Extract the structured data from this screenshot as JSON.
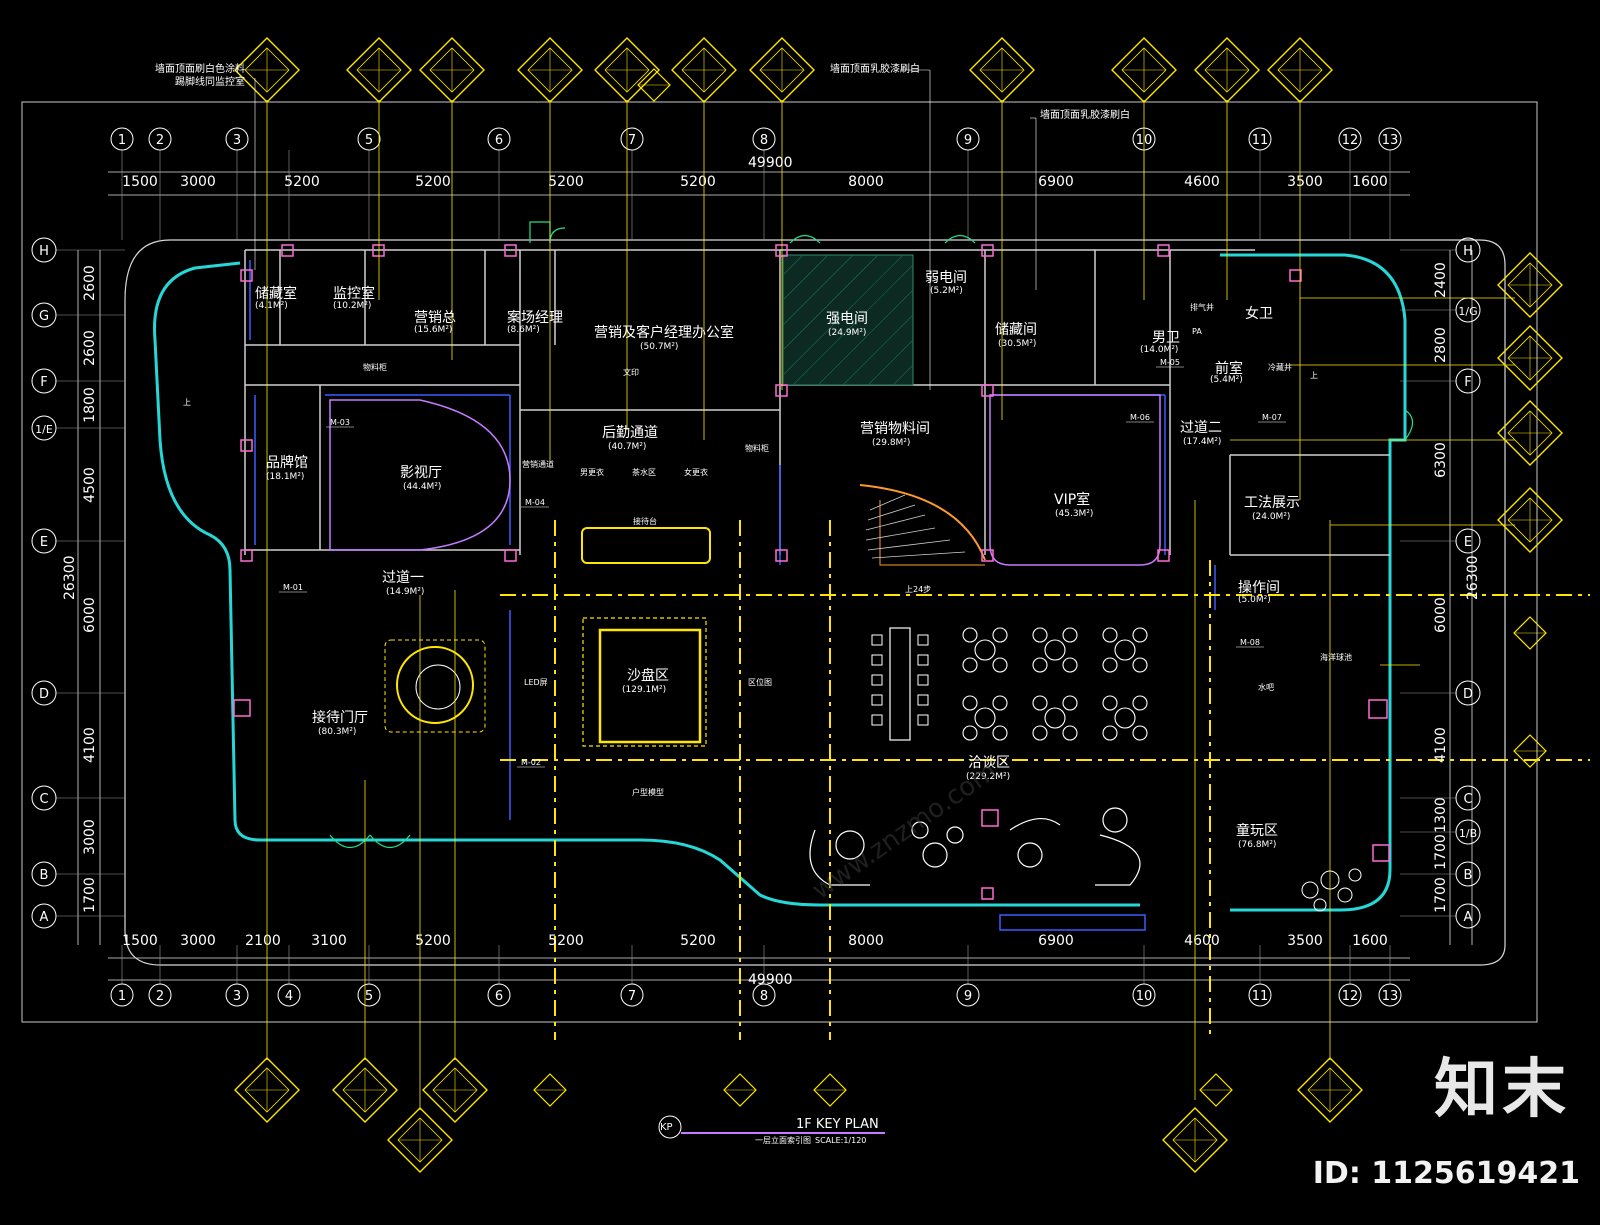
{
  "drawing": {
    "title": "1F KEY PLAN",
    "subtitle": "一层立面索引图",
    "scale": "SCALE:1/120",
    "kp_tag": "KP",
    "total_width": "49900",
    "total_height": "26300"
  },
  "grid_columns": [
    "1",
    "2",
    "3",
    "4",
    "5",
    "6",
    "7",
    "8",
    "9",
    "10",
    "11",
    "12",
    "13"
  ],
  "grid_rows": [
    "H",
    "G",
    "F",
    "1/E",
    "E",
    "D",
    "C",
    "B",
    "A"
  ],
  "right_rows": [
    "H",
    "1/G",
    "F",
    "E",
    "D",
    "C",
    "1/B",
    "B",
    "A"
  ],
  "top_dims": [
    "1500",
    "3000",
    "5200",
    "5200",
    "5200",
    "5200",
    "8000",
    "6900",
    "4600",
    "3500",
    "1600"
  ],
  "bottom_dims": [
    "1500",
    "3000",
    "2100",
    "3100",
    "5200",
    "5200",
    "5200",
    "8000",
    "6900",
    "4600",
    "3500",
    "1600"
  ],
  "left_dims": [
    "2600",
    "2600",
    "1800",
    "4500",
    "6000",
    "4100",
    "3000",
    "1700"
  ],
  "right_dims": [
    "2400",
    "2800",
    "6300",
    "6000",
    "4100",
    "1300",
    "1700",
    "1700"
  ],
  "rooms": [
    {
      "name": "储藏室",
      "area": "(4.1M²)"
    },
    {
      "name": "监控室",
      "area": "(10.2M²)"
    },
    {
      "name": "营销总",
      "area": "(15.6M²)"
    },
    {
      "name": "案场经理",
      "area": "(8.6M²)"
    },
    {
      "name": "营销及客户经理办公室",
      "area": "(50.7M²)"
    },
    {
      "name": "强电间",
      "area": "(24.9M²)"
    },
    {
      "name": "弱电间",
      "area": "(5.2M²)"
    },
    {
      "name": "储藏间",
      "area": "(30.5M²)"
    },
    {
      "name": "品牌馆",
      "area": "(18.1M²)"
    },
    {
      "name": "影视厅",
      "area": "(44.4M²)"
    },
    {
      "name": "后勤通道",
      "area": "(40.7M²)"
    },
    {
      "name": "营销物料间",
      "area": "(29.8M²)"
    },
    {
      "name": "VIP室",
      "area": "(45.3M²)"
    },
    {
      "name": "过道二",
      "area": "(17.4M²)"
    },
    {
      "name": "工法展示",
      "area": "(24.0M²)"
    },
    {
      "name": "过道一",
      "area": "(14.9M²)"
    },
    {
      "name": "沙盘区",
      "area": "(129.1M²)"
    },
    {
      "name": "接待门厅",
      "area": "(80.3M²)"
    },
    {
      "name": "洽谈区",
      "area": "(229.2M²)"
    },
    {
      "name": "童玩区",
      "area": "(76.8M²)"
    },
    {
      "name": "男卫",
      "area": "(14.0M²)"
    },
    {
      "name": "女卫",
      "area": ""
    },
    {
      "name": "前室",
      "area": "(5.4M²)"
    },
    {
      "name": "操作间",
      "area": "(5.0M²)"
    }
  ],
  "labels": {
    "note1a": "墙面顶面刷白色涂料",
    "note1b": "踢脚线同监控室",
    "note2": "墙面顶面乳胶漆刷白",
    "note3": "墙面顶面乳胶漆刷白",
    "materials": "物料柜",
    "materials2": "物料柜",
    "corridor_small": "营销通道",
    "men_locker": "男更衣",
    "tea": "茶水区",
    "women_locker": "女更衣",
    "reception_desk": "接待台",
    "led": "LED屏",
    "zone_map": "区位图",
    "model": "户型模型",
    "stairs": "上24步",
    "up1": "上",
    "up2": "上",
    "print": "文印",
    "pa": "PA",
    "exhaust": "排气井",
    "cold": "冷藏井",
    "bar": "水吧",
    "pool": "海洋球池"
  },
  "door_tags": [
    "M-01",
    "M-02",
    "M-03",
    "M-04",
    "M-05",
    "M-06",
    "M-07",
    "M-08"
  ],
  "brand": {
    "name": "知末",
    "id": "ID: 1125619421"
  },
  "watermark": "www.znzmo.com"
}
